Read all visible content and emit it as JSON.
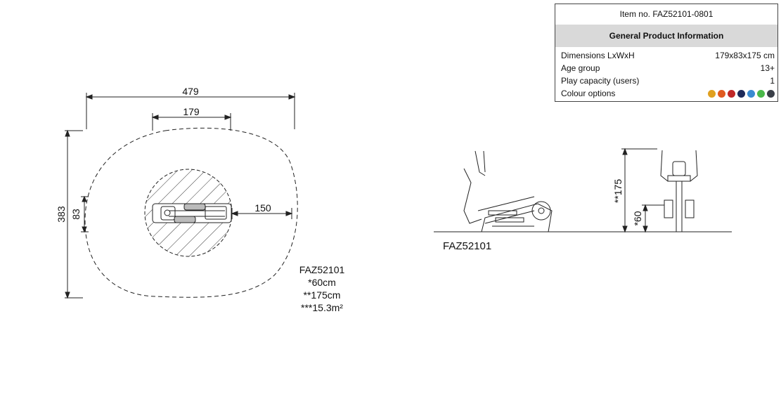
{
  "info": {
    "item_no": "Item no. FAZ52101-0801",
    "heading": "General Product Information",
    "rows": [
      {
        "label": "Dimensions LxWxH",
        "value": "179x83x175 cm"
      },
      {
        "label": "Age group",
        "value": "13+"
      },
      {
        "label": "Play capacity (users)",
        "value": "1"
      },
      {
        "label": "Colour options",
        "value": ""
      }
    ],
    "colours": [
      "#e0a020",
      "#e05a20",
      "#c02828",
      "#1e2a5a",
      "#3a8ad0",
      "#4ab84a",
      "#3a3f48"
    ]
  },
  "plan": {
    "dim_outer_width": "479",
    "dim_item_length": "179",
    "dim_outer_height": "383",
    "dim_item_width": "83",
    "dim_clearance": "150",
    "code": "FAZ52101",
    "note_1": "*60cm",
    "note_2": "**175cm",
    "note_3": "***15.3m²"
  },
  "elevation": {
    "code": "FAZ52101",
    "dim_total_height": "**175",
    "dim_fall_height": "*60"
  }
}
